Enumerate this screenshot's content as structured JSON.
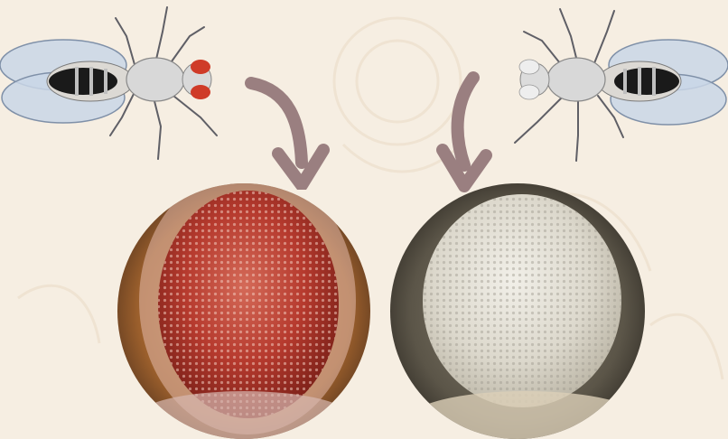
{
  "scene": {
    "background_color": "#f6eee2",
    "panels": [
      {
        "fly": "wild-type-fly",
        "eye_color": "red",
        "eye_hex": "#c0362a"
      },
      {
        "fly": "white-eyed-mutant-fly",
        "eye_color": "white",
        "eye_hex": "#e4e0d6"
      }
    ],
    "arrow_color": "#9a7f80"
  }
}
